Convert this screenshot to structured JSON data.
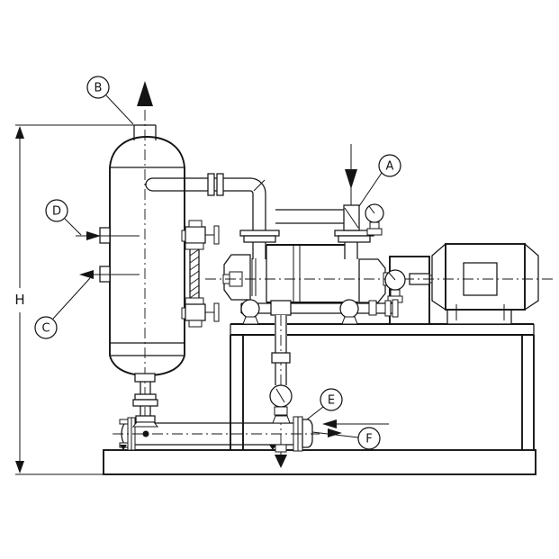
{
  "drawing": {
    "type": "engineering-line-drawing",
    "subject": "vacuum-pump-skid-with-separator-tank-heat-exchanger-and-motor"
  },
  "callouts": {
    "a": "A",
    "b": "B",
    "c": "C",
    "d": "D",
    "e": "E",
    "f": "F"
  },
  "dimension": {
    "height_label": "H"
  },
  "flow_arrow_icons": [
    "vent-up-arrow",
    "inlet-down-arrow",
    "nozzle-d-in-arrow",
    "nozzle-c-out-arrow",
    "exchanger-in-arrow",
    "exchanger-out-arrow",
    "drain-down-arrow"
  ],
  "colors": {
    "line": "#141414",
    "background": "#ffffff"
  }
}
